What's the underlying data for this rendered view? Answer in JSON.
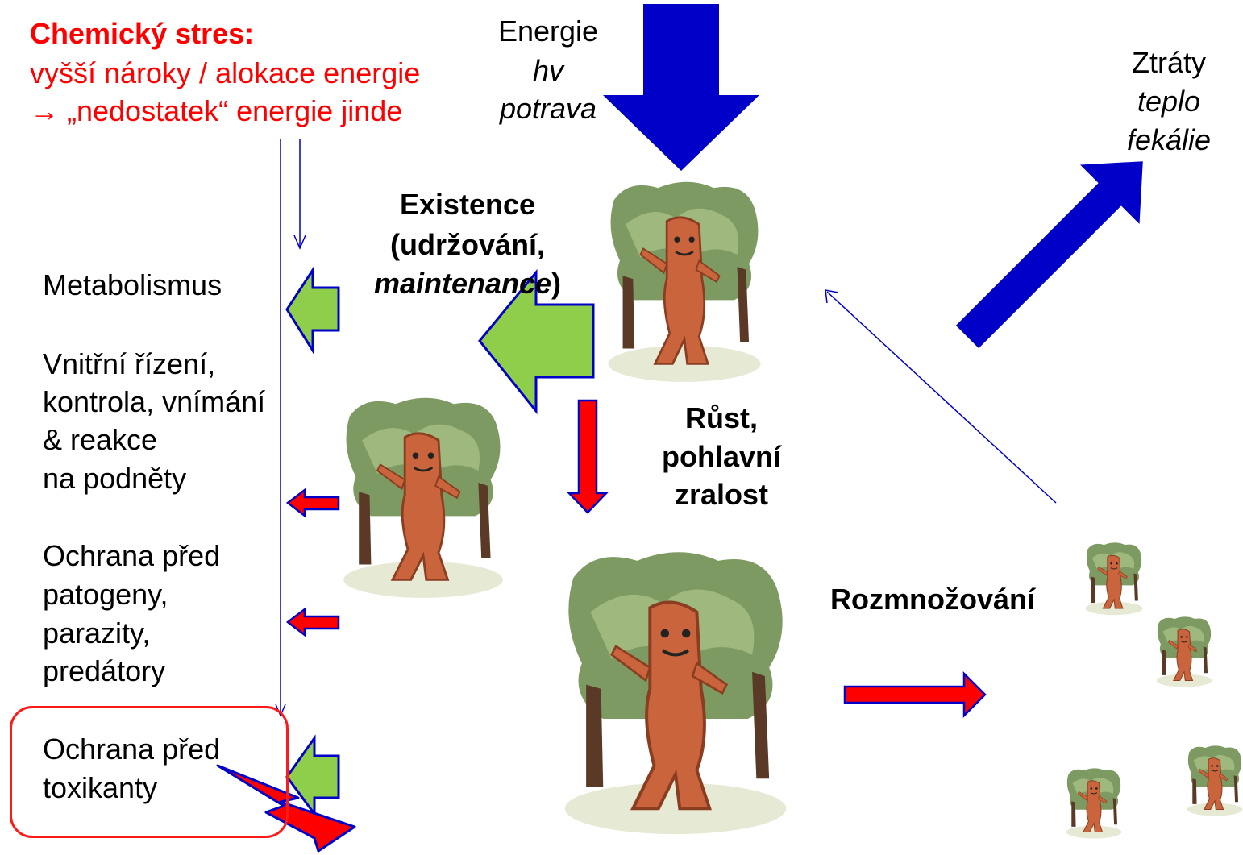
{
  "stress": {
    "title": "Chemický stres:",
    "line1": "vyšší nároky / alokace energie",
    "line2": "→ „nedostatek“ energie jinde"
  },
  "energy": {
    "title": "Energie",
    "item1": "hv",
    "item2": "potrava"
  },
  "losses": {
    "title": "Ztráty",
    "item1": "teplo",
    "item2": "fekálie"
  },
  "existence": {
    "line1": "Existence",
    "line2": "(udržování,",
    "line3_italic": "maintenance",
    "line3_end": ")"
  },
  "growth": {
    "line1": "Růst,",
    "line2": "pohlavní",
    "line3": "zralost"
  },
  "reproduction": "Rozmnožování",
  "left_list": {
    "metabolism": "Metabolismus",
    "control": [
      "Vnitřní řízení,",
      "kontrola, vnímání",
      "& reakce",
      "na podněty"
    ],
    "pathogens": [
      "Ochrana před",
      "patogeny,",
      "parazity,",
      "predátory"
    ],
    "toxicants": [
      "Ochrana před",
      "toxikanty"
    ]
  },
  "colors": {
    "blue_arrow": "#0000c8",
    "green_arrow": "#8fce4a",
    "red_arrow": "#ff0000",
    "stress_text": "#ff0000",
    "tree_trunk": "#c9643c",
    "tree_foliage": "#7d9a62"
  },
  "illustrations": [
    "tree-creature",
    "tree-creature",
    "tree-creature",
    "tree-creature",
    "tree-creature",
    "tree-creature",
    "tree-creature"
  ]
}
